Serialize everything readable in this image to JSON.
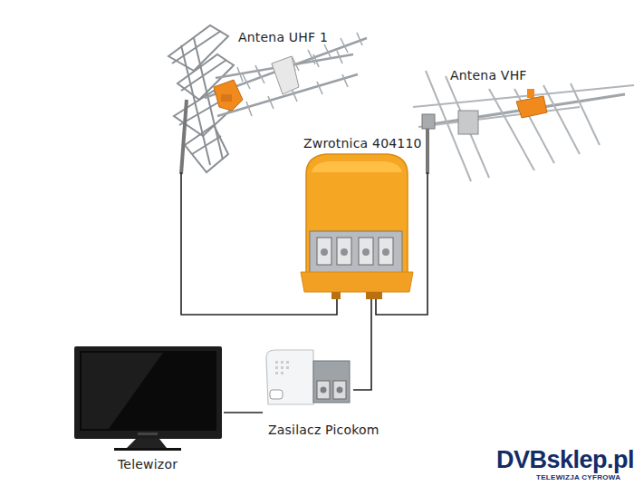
{
  "diagram": {
    "nodes": [
      {
        "text": [
          "Antena UHF 1"
        ]
      },
      {
        "text": [
          "Antena VHF"
        ]
      },
      {
        "text": [
          "Zwrotnica 404110"
        ]
      },
      {
        "text": [
          "Zasilacz Picokom"
        ]
      },
      {
        "text": [
          "Telewizor"
        ]
      }
    ],
    "edges": [
      {
        "from": 0,
        "to": 2,
        "arrow": "none"
      },
      {
        "from": 1,
        "to": 2,
        "arrow": "none"
      },
      {
        "from": 2,
        "to": 3,
        "arrow": "none"
      },
      {
        "from": 3,
        "to": 4,
        "arrow": "none"
      }
    ],
    "labels": [
      "DVBsklep.pl",
      "TELEWIZJA CYFROWA"
    ]
  }
}
